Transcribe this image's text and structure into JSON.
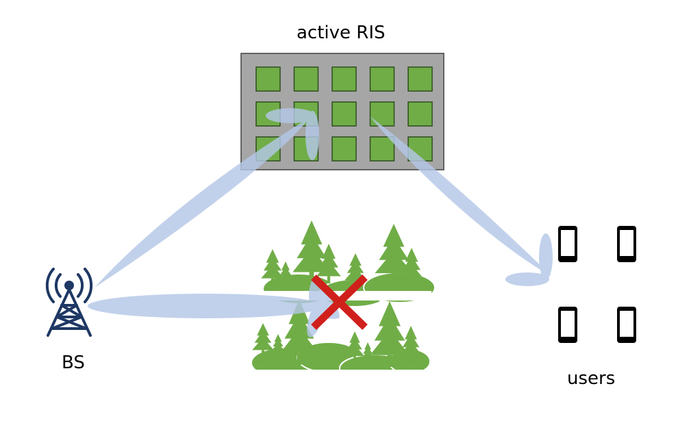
{
  "labels": {
    "ris": "active RIS",
    "bs": "BS",
    "users": "users"
  },
  "ris": {
    "rows": 3,
    "cols": 5
  },
  "users": {
    "count": 4,
    "icon": "phone-icon"
  },
  "icons": {
    "base_station": "cell-tower-icon",
    "obstacle": "forest-icon",
    "blocked": "cross-icon"
  },
  "colors": {
    "ris_panel": "#a6a6a6",
    "ris_element": "#70ad47",
    "tree": "#70ad47",
    "beam": "#b4c7e7",
    "tower": "#1f3864",
    "cross": "#d0201c",
    "phone": "#000000"
  }
}
